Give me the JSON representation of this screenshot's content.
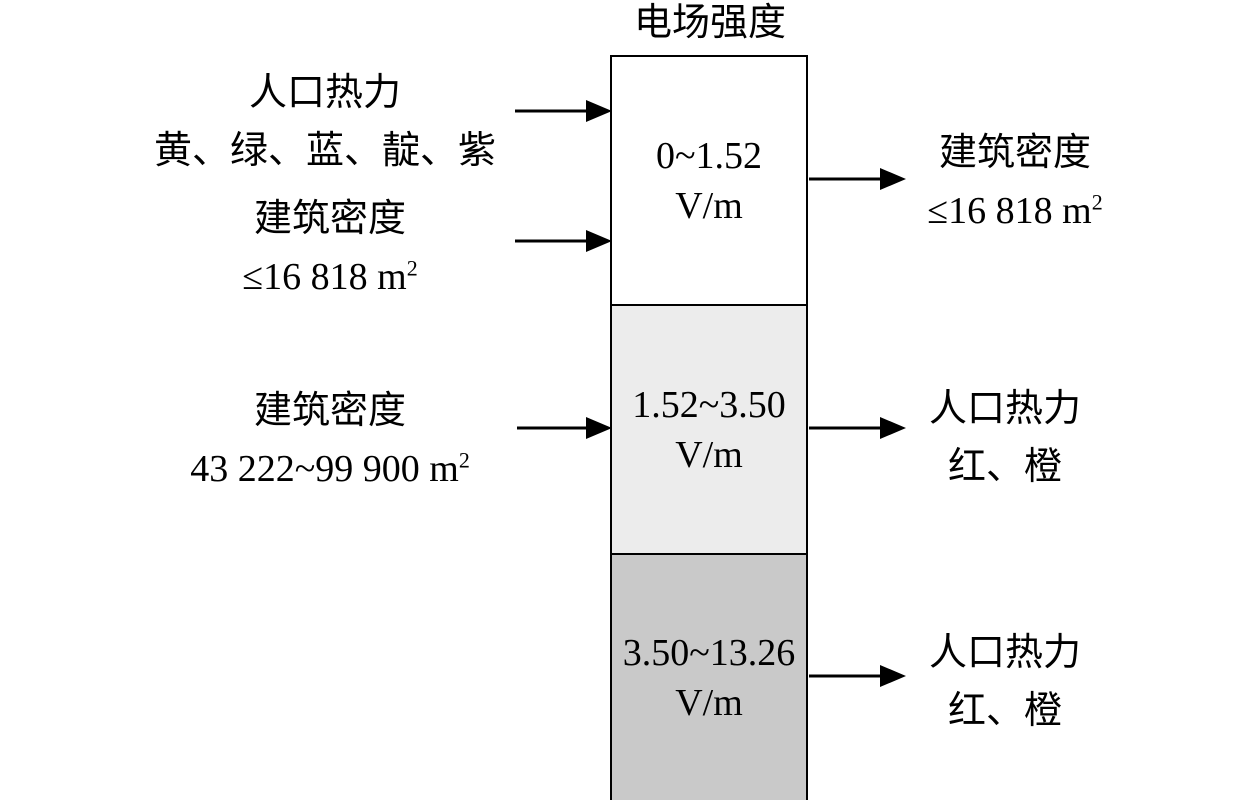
{
  "title": "电场强度",
  "segments": [
    {
      "range": "0~1.52",
      "unit": "V/m",
      "fill": "#ffffff"
    },
    {
      "range": "1.52~3.50",
      "unit": "V/m",
      "fill": "#ececec"
    },
    {
      "range": "3.50~13.26",
      "unit": "V/m",
      "fill": "#c9c9c9"
    }
  ],
  "left_inputs": [
    {
      "line1": "人口热力",
      "line2": "黄、绿、蓝、靛、紫"
    },
    {
      "line1": "建筑密度",
      "line2": "≤16 818 m",
      "sup": "2"
    },
    {
      "line1": "建筑密度",
      "line2": "43 222~99 900 m",
      "sup": "2"
    }
  ],
  "right_outputs": [
    {
      "line1": "建筑密度",
      "line2": "≤16 818 m",
      "sup": "2"
    },
    {
      "line1": "人口热力",
      "line2": "红、橙"
    },
    {
      "line1": "人口热力",
      "line2": "红、橙"
    }
  ]
}
